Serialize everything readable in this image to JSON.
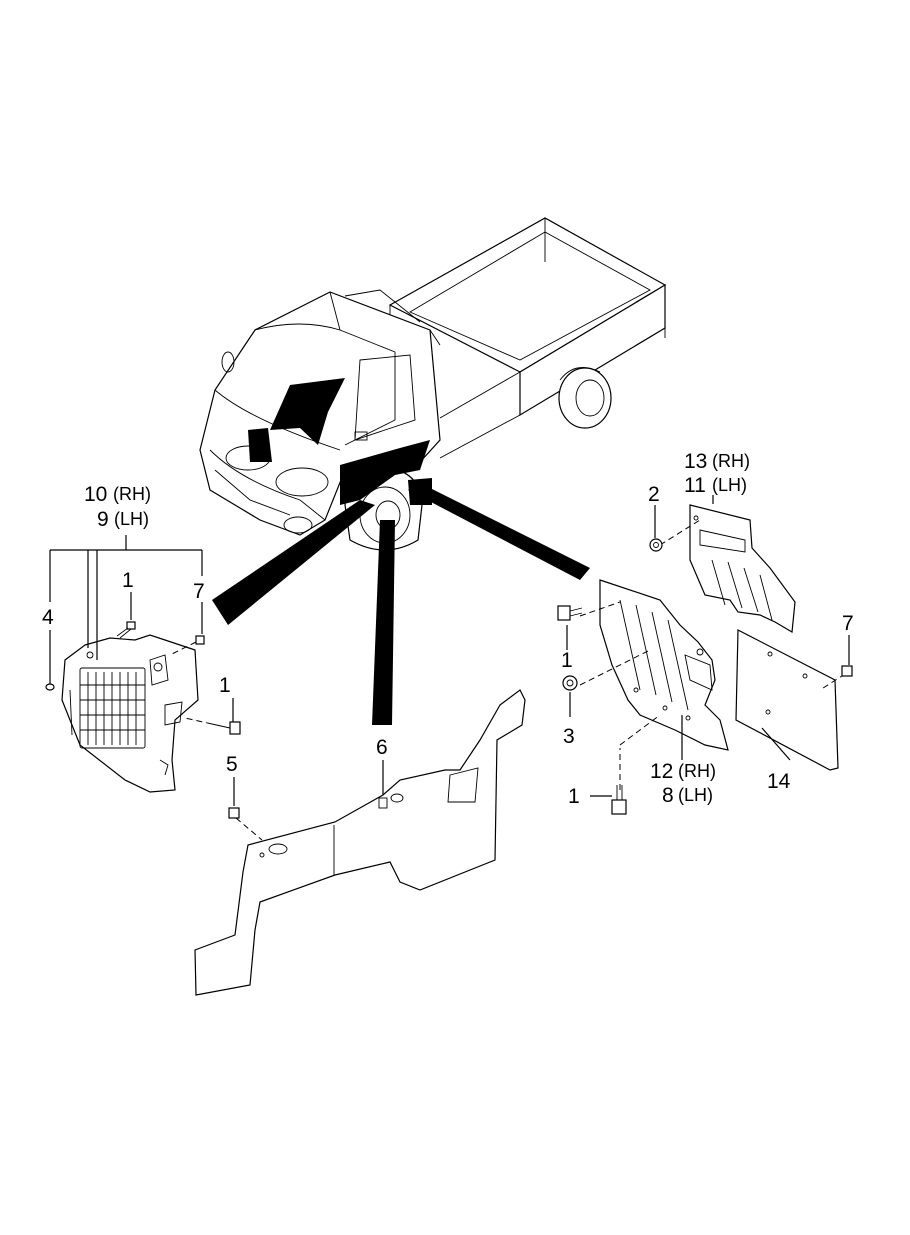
{
  "callouts": {
    "p10_9_top": "10",
    "p10_rh": "(RH)",
    "p9_bottom": "9",
    "p9_lh": "(LH)",
    "p4": "4",
    "p1_left": "1",
    "p7_left": "7",
    "p1_left_lower": "1",
    "p5": "5",
    "p6": "6",
    "p13": "13",
    "p13_rh": "(RH)",
    "p11": "11",
    "p11_lh": "(LH)",
    "p2": "2",
    "p1_right": "1",
    "p3": "3",
    "p7_right": "7",
    "p12": "12",
    "p12_rh": "(RH)",
    "p8": "8",
    "p8_lh": "(LH)",
    "p1_right_lower": "1",
    "p14": "14"
  }
}
